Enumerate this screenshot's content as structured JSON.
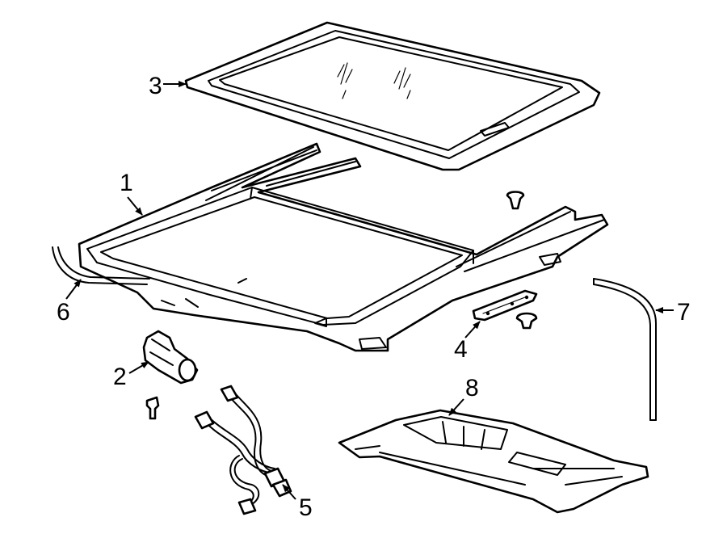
{
  "callouts": [
    {
      "id": "1",
      "label": "1"
    },
    {
      "id": "2",
      "label": "2"
    },
    {
      "id": "3",
      "label": "3"
    },
    {
      "id": "4",
      "label": "4"
    },
    {
      "id": "5",
      "label": "5"
    },
    {
      "id": "6",
      "label": "6"
    },
    {
      "id": "7",
      "label": "7"
    },
    {
      "id": "8",
      "label": "8"
    }
  ],
  "colors": {
    "line": "#000000",
    "fill": "#ffffff"
  }
}
